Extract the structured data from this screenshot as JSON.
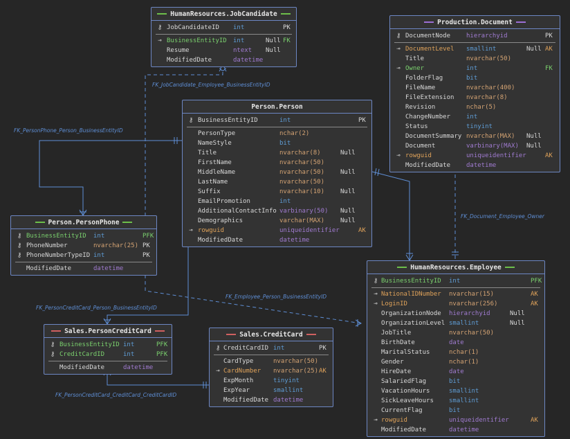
{
  "colors": {
    "background": "#262626",
    "table_border": "#6d87c4",
    "connector": "#5f8fd6",
    "green_bar": "#6dbf4a",
    "purple_bar": "#9c6fd6",
    "red_bar": "#d06060"
  },
  "tables": {
    "jobcandidate": {
      "title": "HumanResources.JobCandidate",
      "keys": [
        {
          "name": "JobCandidateID",
          "type": "int",
          "null": "",
          "key": "PK"
        }
      ],
      "cols": [
        {
          "name": "BusinessEntityID",
          "type": "int",
          "null": "Null",
          "key": "FK"
        },
        {
          "name": "Resume",
          "type": "ntext",
          "null": "Null",
          "key": ""
        },
        {
          "name": "ModifiedDate",
          "type": "datetime",
          "null": "",
          "key": ""
        }
      ]
    },
    "document": {
      "title": "Production.Document",
      "keys": [
        {
          "name": "DocumentNode",
          "type": "hierarchyid",
          "null": "",
          "key": "PK"
        }
      ],
      "cols": [
        {
          "name": "DocumentLevel",
          "type": "smallint",
          "null": "Null",
          "key": "AK"
        },
        {
          "name": "Title",
          "type": "nvarchar(50)",
          "null": "",
          "key": ""
        },
        {
          "name": "Owner",
          "type": "int",
          "null": "",
          "key": "FK"
        },
        {
          "name": "FolderFlag",
          "type": "bit",
          "null": "",
          "key": ""
        },
        {
          "name": "FileName",
          "type": "nvarchar(400)",
          "null": "",
          "key": ""
        },
        {
          "name": "FileExtension",
          "type": "nvarchar(8)",
          "null": "",
          "key": ""
        },
        {
          "name": "Revision",
          "type": "nchar(5)",
          "null": "",
          "key": ""
        },
        {
          "name": "ChangeNumber",
          "type": "int",
          "null": "",
          "key": ""
        },
        {
          "name": "Status",
          "type": "tinyint",
          "null": "",
          "key": ""
        },
        {
          "name": "DocumentSummary",
          "type": "nvarchar(MAX)",
          "null": "Null",
          "key": ""
        },
        {
          "name": "Document",
          "type": "varbinary(MAX)",
          "null": "Null",
          "key": ""
        },
        {
          "name": "rowguid",
          "type": "uniqueidentifier",
          "null": "",
          "key": "AK"
        },
        {
          "name": "ModifiedDate",
          "type": "datetime",
          "null": "",
          "key": ""
        }
      ]
    },
    "person": {
      "title": "Person.Person",
      "keys": [
        {
          "name": "BusinessEntityID",
          "type": "int",
          "null": "",
          "key": "PK"
        }
      ],
      "cols": [
        {
          "name": "PersonType",
          "type": "nchar(2)",
          "null": "",
          "key": ""
        },
        {
          "name": "NameStyle",
          "type": "bit",
          "null": "",
          "key": ""
        },
        {
          "name": "Title",
          "type": "nvarchar(8)",
          "null": "Null",
          "key": ""
        },
        {
          "name": "FirstName",
          "type": "nvarchar(50)",
          "null": "",
          "key": ""
        },
        {
          "name": "MiddleName",
          "type": "nvarchar(50)",
          "null": "Null",
          "key": ""
        },
        {
          "name": "LastName",
          "type": "nvarchar(50)",
          "null": "",
          "key": ""
        },
        {
          "name": "Suffix",
          "type": "nvarchar(10)",
          "null": "Null",
          "key": ""
        },
        {
          "name": "EmailPromotion",
          "type": "int",
          "null": "",
          "key": ""
        },
        {
          "name": "AdditionalContactInfo",
          "type": "varbinary(50)",
          "null": "Null",
          "key": ""
        },
        {
          "name": "Demographics",
          "type": "varchar(MAX)",
          "null": "Null",
          "key": ""
        },
        {
          "name": "rowguid",
          "type": "uniqueidentifier",
          "null": "",
          "key": "AK"
        },
        {
          "name": "ModifiedDate",
          "type": "datetime",
          "null": "",
          "key": ""
        }
      ]
    },
    "personphone": {
      "title": "Person.PersonPhone",
      "keys": [
        {
          "name": "BusinessEntityID",
          "type": "int",
          "null": "",
          "key": "PFK"
        },
        {
          "name": "PhoneNumber",
          "type": "nvarchar(25)",
          "null": "",
          "key": "PK"
        },
        {
          "name": "PhoneNumberTypeID",
          "type": "int",
          "null": "",
          "key": "PK"
        }
      ],
      "cols": [
        {
          "name": "ModifiedDate",
          "type": "datetime",
          "null": "",
          "key": ""
        }
      ]
    },
    "employee": {
      "title": "HumanResources.Employee",
      "keys": [
        {
          "name": "BusinessEntityID",
          "type": "int",
          "null": "",
          "key": "PFK"
        }
      ],
      "cols": [
        {
          "name": "NationalIDNumber",
          "type": "nvarchar(15)",
          "null": "",
          "key": "AK"
        },
        {
          "name": "LoginID",
          "type": "nvarchar(256)",
          "null": "",
          "key": "AK"
        },
        {
          "name": "OrganizationNode",
          "type": "hierarchyid",
          "null": "Null",
          "key": ""
        },
        {
          "name": "OrganizationLevel",
          "type": "smallint",
          "null": "Null",
          "key": ""
        },
        {
          "name": "JobTitle",
          "type": "nvarchar(50)",
          "null": "",
          "key": ""
        },
        {
          "name": "BirthDate",
          "type": "date",
          "null": "",
          "key": ""
        },
        {
          "name": "MaritalStatus",
          "type": "nchar(1)",
          "null": "",
          "key": ""
        },
        {
          "name": "Gender",
          "type": "nchar(1)",
          "null": "",
          "key": ""
        },
        {
          "name": "HireDate",
          "type": "date",
          "null": "",
          "key": ""
        },
        {
          "name": "SalariedFlag",
          "type": "bit",
          "null": "",
          "key": ""
        },
        {
          "name": "VacationHours",
          "type": "smallint",
          "null": "",
          "key": ""
        },
        {
          "name": "SickLeaveHours",
          "type": "smallint",
          "null": "",
          "key": ""
        },
        {
          "name": "CurrentFlag",
          "type": "bit",
          "null": "",
          "key": ""
        },
        {
          "name": "rowguid",
          "type": "uniqueidentifier",
          "null": "",
          "key": "AK"
        },
        {
          "name": "ModifiedDate",
          "type": "datetime",
          "null": "",
          "key": ""
        }
      ]
    },
    "personcreditcard": {
      "title": "Sales.PersonCreditCard",
      "keys": [
        {
          "name": "BusinessEntityID",
          "type": "int",
          "null": "",
          "key": "PFK"
        },
        {
          "name": "CreditCardID",
          "type": "int",
          "null": "",
          "key": "PFK"
        }
      ],
      "cols": [
        {
          "name": "ModifiedDate",
          "type": "datetime",
          "null": "",
          "key": ""
        }
      ]
    },
    "creditcard": {
      "title": "Sales.CreditCard",
      "keys": [
        {
          "name": "CreditCardID",
          "type": "int",
          "null": "",
          "key": "PK"
        }
      ],
      "cols": [
        {
          "name": "CardType",
          "type": "nvarchar(50)",
          "null": "",
          "key": ""
        },
        {
          "name": "CardNumber",
          "type": "nvarchar(25)",
          "null": "",
          "key": "AK"
        },
        {
          "name": "ExpMonth",
          "type": "tinyint",
          "null": "",
          "key": ""
        },
        {
          "name": "ExpYear",
          "type": "smallint",
          "null": "",
          "key": ""
        },
        {
          "name": "ModifiedDate",
          "type": "datetime",
          "null": "",
          "key": ""
        }
      ]
    }
  },
  "relationships": {
    "jobcandidate_employee": "FK_JobCandidate_Employee_BusinessEntityID",
    "personphone_person": "FK_PersonPhone_Person_BusinessEntityID",
    "document_employee": "FK_Document_Employee_Owner",
    "employee_person": "FK_Employee_Person_BusinessEntityID",
    "personcreditcard_person": "FK_PersonCreditCard_Person_BusinessEntityID",
    "personcreditcard_creditcard": "FK_PersonCreditCard_CreditCard_CreditCardID"
  }
}
